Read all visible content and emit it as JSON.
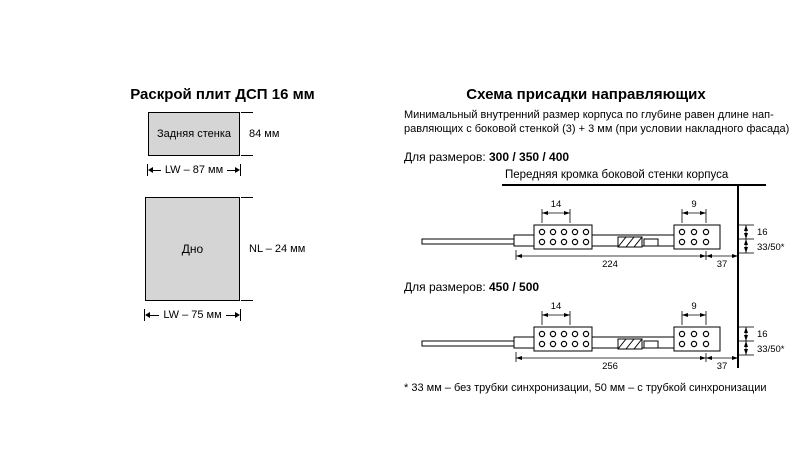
{
  "left_section": {
    "title": "Раскрой плит ДСП 16 мм",
    "back_panel": {
      "label": "Задняя стенка",
      "height_dim": "84 мм",
      "width_dim": "LW – 87 мм"
    },
    "bottom_panel": {
      "label": "Дно",
      "height_dim": "NL – 24 мм",
      "width_dim": "LW – 75 мм"
    }
  },
  "right_section": {
    "title": "Схема присадки направляющих",
    "intro_line1": "Минимальный внутренний размер корпуса по глубине равен длине нап-",
    "intro_line2": "равляющих с боковой стенкой (3) + 3 мм (при условии накладного фасада)",
    "edge_label": "Передняя кромка боковой стенки корпуса",
    "diagram1": {
      "sizes_prefix": "Для размеров:",
      "sizes": "300 / 350 / 400",
      "dim_left_top": "14",
      "dim_right_top": "9",
      "dim_edge_small": "16",
      "dim_edge_large": "33/50*",
      "dim_length": "224",
      "dim_offset": "37"
    },
    "diagram2": {
      "sizes_prefix": "Для размеров:",
      "sizes": "450 / 500",
      "dim_left_top": "14",
      "dim_right_top": "9",
      "dim_edge_small": "16",
      "dim_edge_large": "33/50*",
      "dim_length": "256",
      "dim_offset": "37"
    },
    "footnote": "* 33 мм – без трубки синхронизации, 50 мм – с трубкой синхронизации"
  },
  "colors": {
    "panel_fill": "#d5d5d5",
    "line": "#000000",
    "background": "#ffffff"
  }
}
